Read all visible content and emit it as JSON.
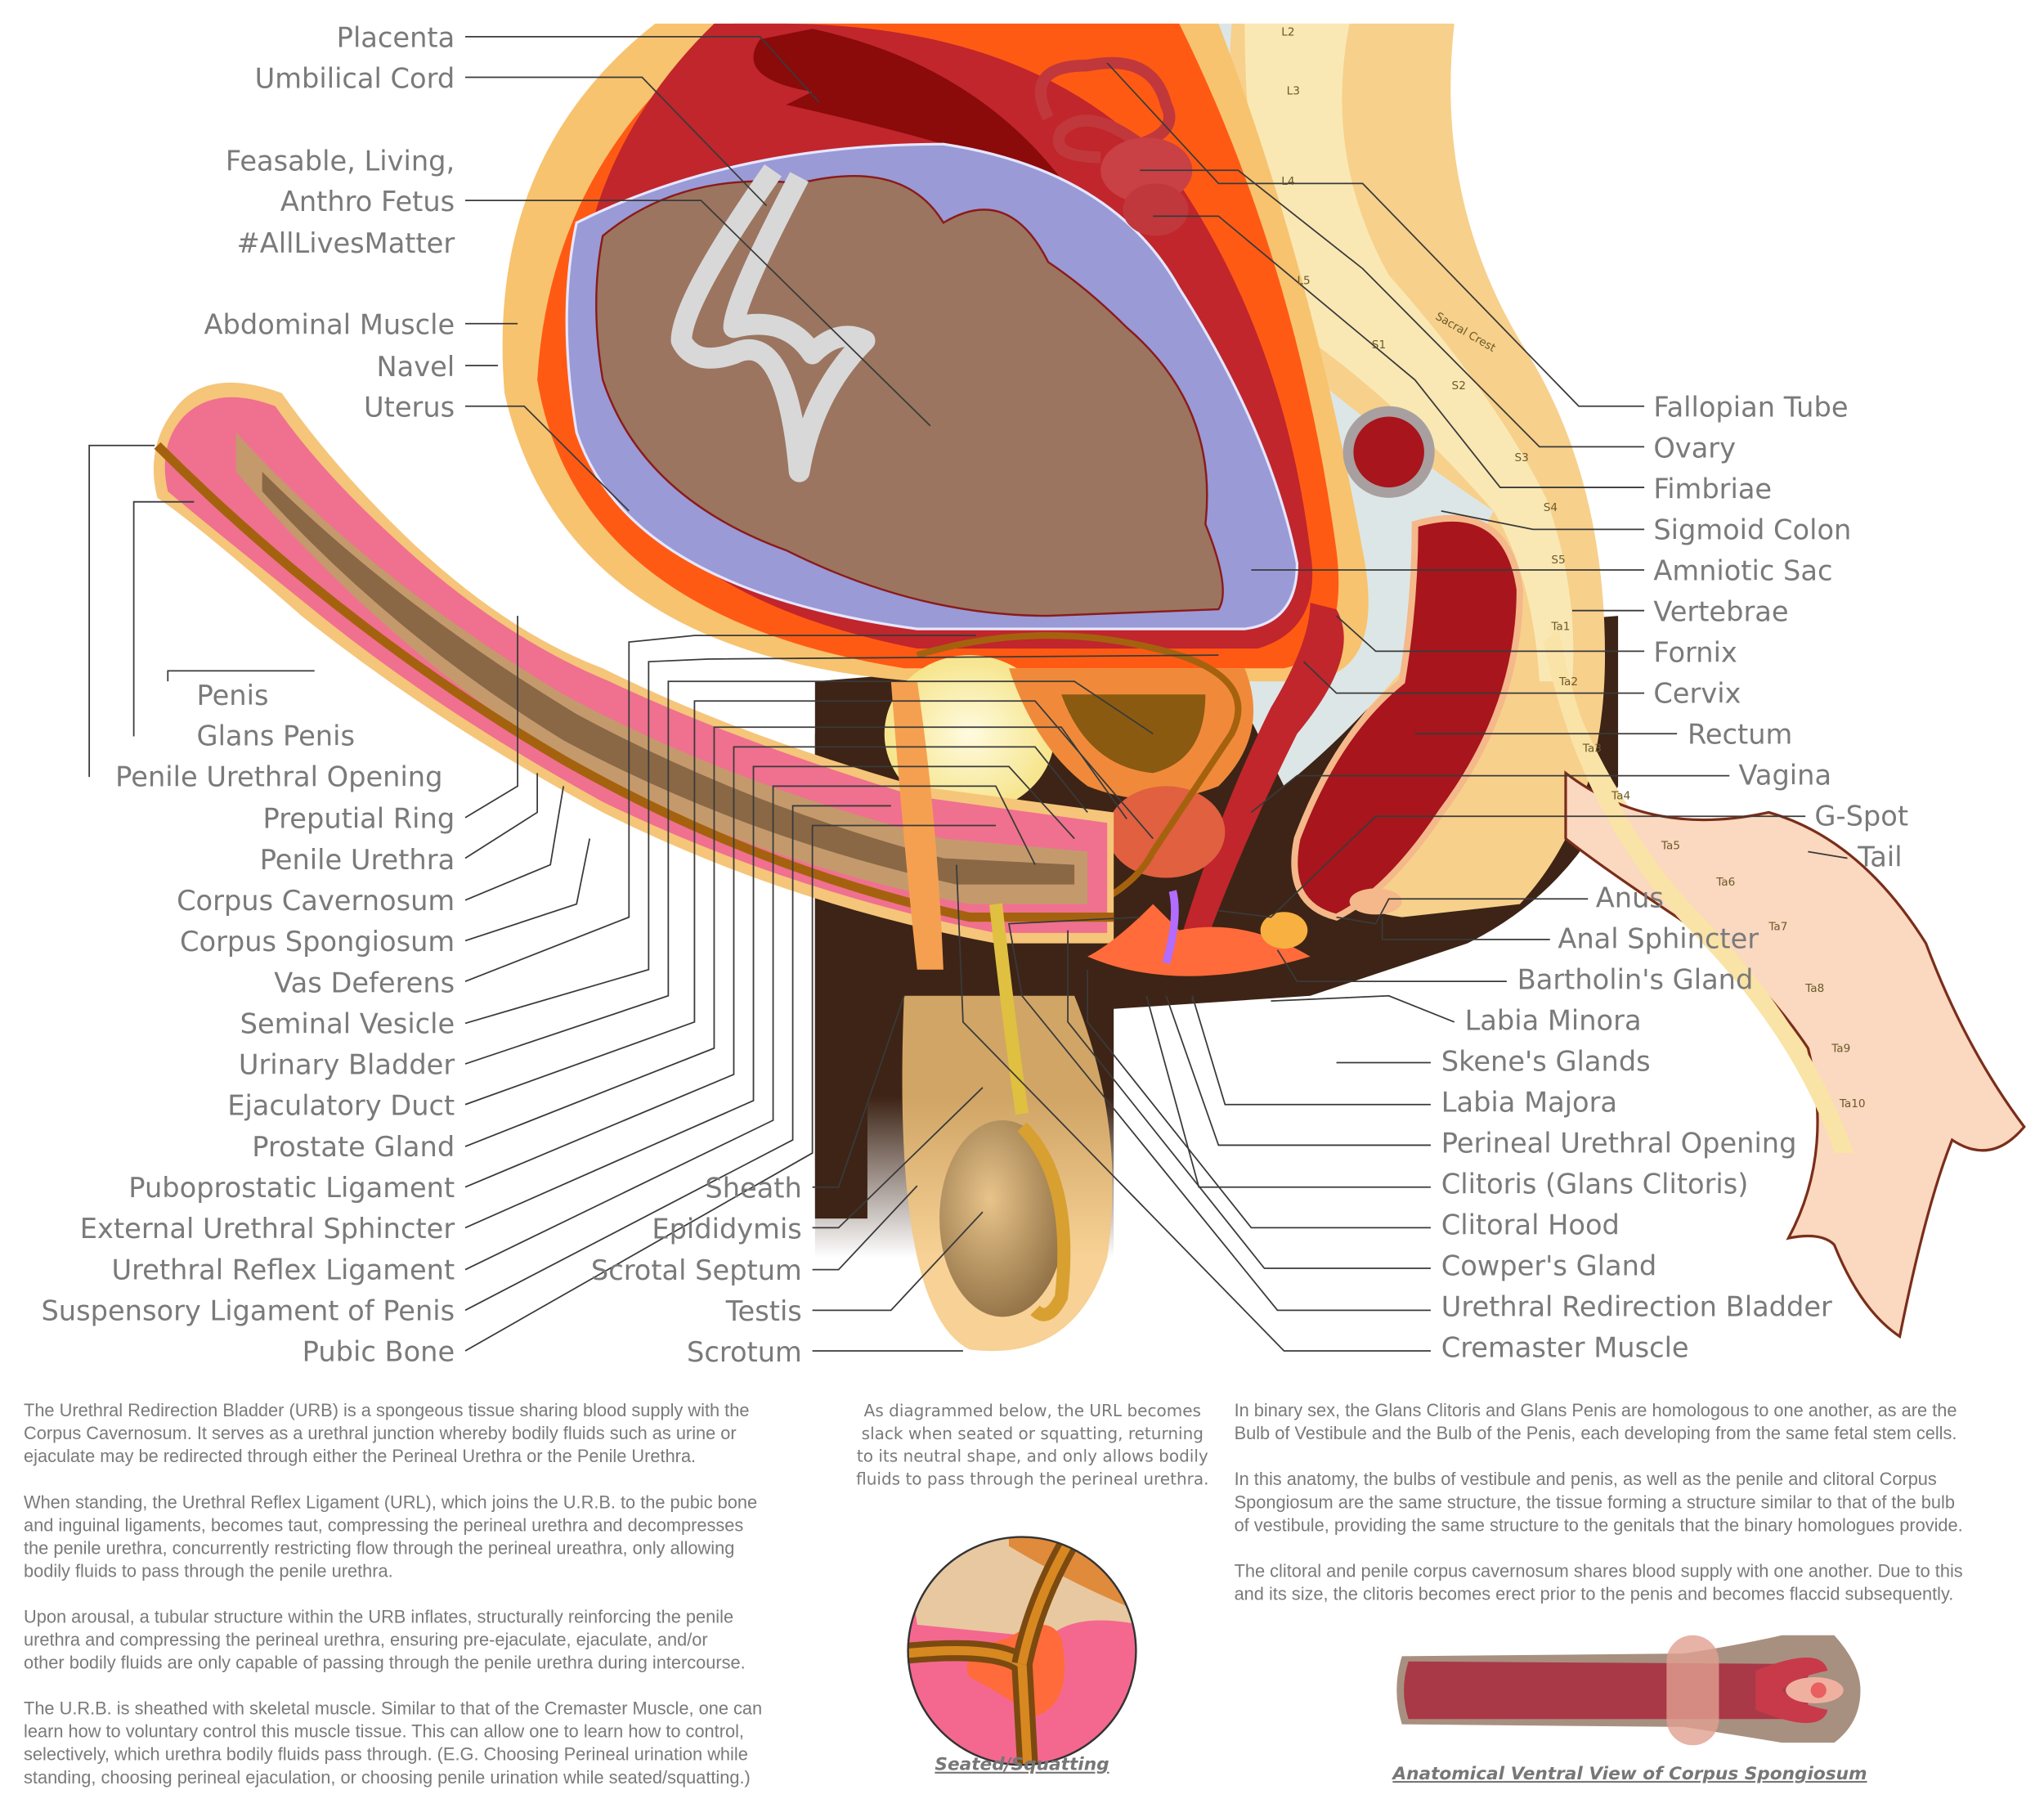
{
  "labels_left_top": [
    "Placenta",
    "Umbilical Cord",
    "Feasable, Living,",
    "Anthro Fetus",
    "#AllLivesMatter",
    "Abdominal Muscle",
    "Navel",
    "Uterus"
  ],
  "labels_penis": [
    "Penis",
    "Glans Penis",
    "Penile Urethral Opening"
  ],
  "labels_left": [
    "Preputial Ring",
    "Penile Urethra",
    "Corpus Cavernosum",
    "Corpus Spongiosum",
    "Vas Deferens",
    "Seminal Vesicle",
    "Urinary Bladder",
    "Ejaculatory Duct",
    "Prostate Gland",
    "Puboprostatic Ligament",
    "External Urethral Sphincter",
    "Urethral Reflex Ligament",
    "Suspensory Ligament of Penis",
    "Pubic Bone"
  ],
  "labels_middle": [
    "Sheath",
    "Epididymis",
    "Scrotal Septum",
    "Testis",
    "Scrotum"
  ],
  "labels_right": [
    "Fallopian Tube",
    "Ovary",
    "Fimbriae",
    "Sigmoid Colon",
    "Amniotic Sac",
    "Vertebrae",
    "Fornix",
    "Cervix",
    "Rectum",
    "Vagina",
    "G-Spot",
    "Tail",
    "Anus",
    "Anal Sphincter",
    "Bartholin's Gland",
    "Labia Minora",
    "Skene's Glands",
    "Labia Majora",
    "Perineal Urethral Opening",
    "Clitoris (Glans Clitoris)",
    "Clitoral Hood",
    "Cowper's Gland",
    "Urethral Redirection Bladder",
    "Cremaster Muscle"
  ],
  "vertebrae": [
    "L2",
    "L3",
    "L4",
    "L5",
    "S1",
    "S2",
    "S3",
    "S4",
    "S5",
    "Ta1",
    "Ta2",
    "Ta3",
    "Ta4",
    "Ta5",
    "Ta6",
    "Ta7",
    "Ta8",
    "Ta9",
    "Ta10"
  ],
  "sacral_crest": "Sacral Crest",
  "text_left": [
    [
      "The Urethral Redirection Bladder (URB) is a spongeous tissue sharing blood supply with the",
      "Corpus Cavernosum. It serves as a urethral junction whereby bodily fluids such as urine or",
      "ejaculate may be redirected through either the Perineal Urethra or the Penile Urethra."
    ],
    [
      "When standing, the Urethral Reflex Ligament (URL), which joins the U.R.B. to the pubic bone",
      "and inguinal ligaments, becomes taut, compressing the perineal urethra and decompresses",
      "the penile urethra, concurrently restricting flow through the perineal ureathra, only allowing",
      "bodily fluids to pass through the penile urethra."
    ],
    [
      "Upon arousal, a tubular structure within the URB inflates, structurally reinforcing the penile",
      "urethra and compressing the perineal urethra, ensuring pre-ejaculate, ejaculate, and/or",
      "other bodily fluids are only capable of passing through the penile urethra during intercourse."
    ],
    [
      "The U.R.B. is sheathed with skeletal muscle. Similar to that of the Cremaster Muscle, one can",
      "learn how to voluntary control this muscle tissue. This can allow one to learn how to control,",
      "selectively, which urethra bodily fluids pass through. (E.G. Choosing Perineal urination while",
      "standing, choosing perineal ejaculation, or choosing penile urination while seated/squatting.)"
    ]
  ],
  "text_middle": [
    "As diagrammed below, the URL becomes",
    "slack when seated or squatting, returning",
    "to its neutral shape, and only allows bodily",
    "fluids to pass through the perineal urethra."
  ],
  "text_right": [
    [
      "In binary sex, the Glans Clitoris and Glans Penis are homologous to one another, as are the",
      "Bulb of Vestibule and the Bulb of the Penis, each developing from the same fetal stem cells."
    ],
    [
      "In this anatomy, the bulbs of vestibule and penis, as well as the penile and clitoral Corpus",
      "Spongiosum are the same structure, the tissue forming a structure similar to that of the bulb",
      "of vestibule, providing the same structure to the genitals that the binary homologues provide."
    ],
    [
      "The clitoral and penile corpus cavernosum shares blood supply with one another. Due to this",
      "and its size, the clitoris becomes erect prior to the penis and becomes flaccid subsequently."
    ]
  ],
  "caption_seated": "Seated/Squatting",
  "caption_ventral": "Anatomical Ventral View of Corpus Spongiosum",
  "colors": {
    "text": "#7a7a7a",
    "skin": "#f5c57a",
    "pink": "#f0708f",
    "uterus": "#c0262b",
    "amniotic": "#9a9ad6",
    "fetus": "#9b7560",
    "spine": "#fae3a6",
    "dark": "#3d2416"
  }
}
